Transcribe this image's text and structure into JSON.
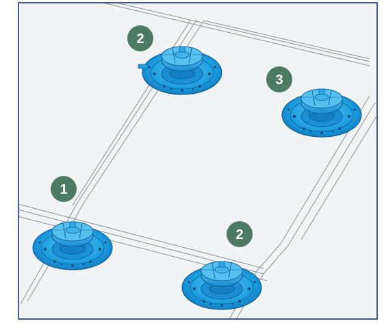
{
  "colors": {
    "background": "#f3f4f6",
    "border": "#3d5a9e",
    "panel_line": "#8a8f96",
    "pedestal_fill": "#1f9fe0",
    "pedestal_dark": "#0b5f9a",
    "pedestal_light": "#5cc3f2",
    "badge": "#4d7a63"
  },
  "icons": {
    "pedestal": "pedestal-support-icon"
  },
  "badges": [
    {
      "label": "1"
    },
    {
      "label": "2"
    },
    {
      "label": "3"
    },
    {
      "label": "2"
    }
  ]
}
